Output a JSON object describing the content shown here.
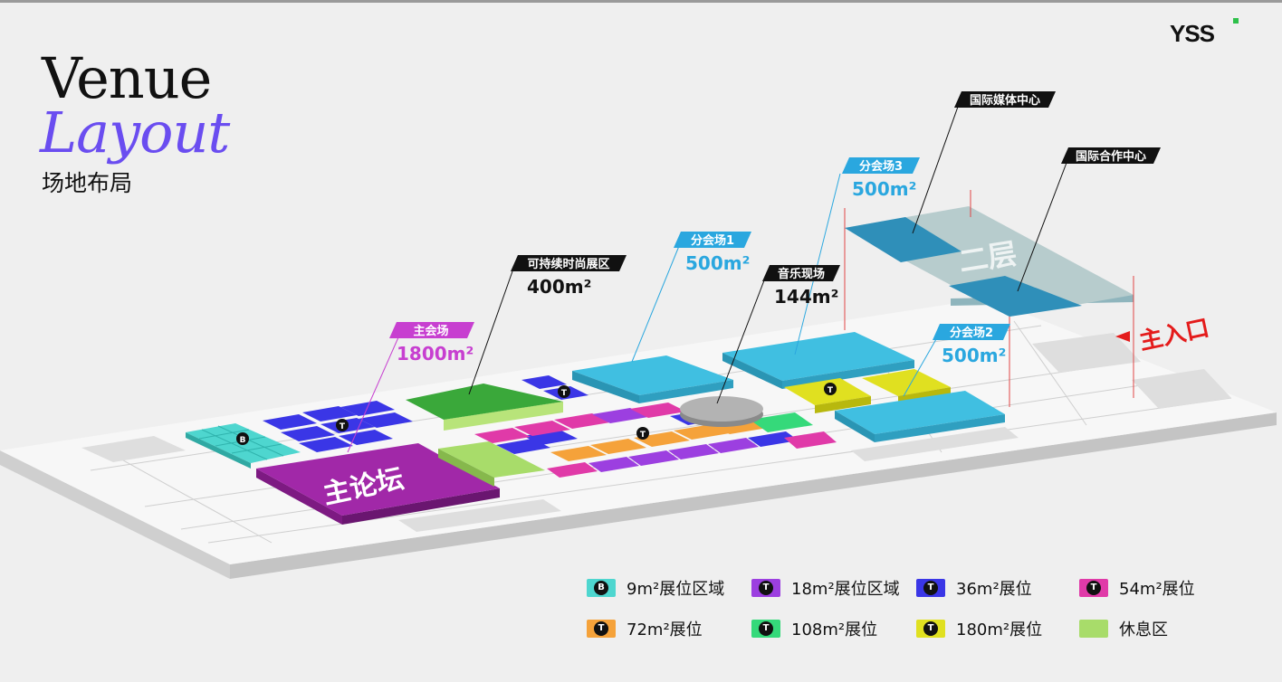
{
  "brand": {
    "logo_text": "YSS",
    "accent": "#2ec04a"
  },
  "title": {
    "line1": "Venue",
    "line2": "Layout",
    "subtitle_cn": "场地布局",
    "accent_color": "#6a4df0"
  },
  "callouts": {
    "main_forum": {
      "name": "主会场",
      "area": "1800m²",
      "color": "#c73fd0"
    },
    "fashion": {
      "name": "可持续时尚展区",
      "area": "400m²",
      "color": "#111111"
    },
    "sub1": {
      "name": "分会场1",
      "area": "500m²",
      "color": "#2aa7df"
    },
    "music": {
      "name": "音乐现场",
      "area": "144m²",
      "color": "#111111"
    },
    "sub3": {
      "name": "分会场3",
      "area": "500m²",
      "color": "#2aa7df"
    },
    "media": {
      "name": "国际媒体中心",
      "color": "#111111"
    },
    "coop": {
      "name": "国际合作中心",
      "color": "#111111"
    },
    "sub2": {
      "name": "分会场2",
      "area": "500m²",
      "color": "#2aa7df"
    }
  },
  "map_labels": {
    "main_stage": "主论坛",
    "second_floor": "二层",
    "entrance": "主入口",
    "marker_b": "B",
    "marker_t": "T"
  },
  "legend": [
    {
      "size": "9m²",
      "rest": "展位区域",
      "marker": "B",
      "color": "#4ed6cf"
    },
    {
      "size": "18m²",
      "rest": "展位区域",
      "marker": "T",
      "color": "#9c3fe0"
    },
    {
      "size": "36m²",
      "rest": "展位",
      "marker": "T",
      "color": "#3a36e6"
    },
    {
      "size": "54m²",
      "rest": "展位",
      "marker": "T",
      "color": "#e03aa8"
    },
    {
      "size": "72m²",
      "rest": "展位",
      "marker": "T",
      "color": "#f5a23a"
    },
    {
      "size": "108m²",
      "rest": "展位",
      "marker": "T",
      "color": "#35d97a"
    },
    {
      "size": "180m²",
      "rest": "展位",
      "marker": "T",
      "color": "#e0e020"
    },
    {
      "size": "",
      "rest": "休息区",
      "marker": "",
      "color": "#a8dc6a"
    }
  ]
}
